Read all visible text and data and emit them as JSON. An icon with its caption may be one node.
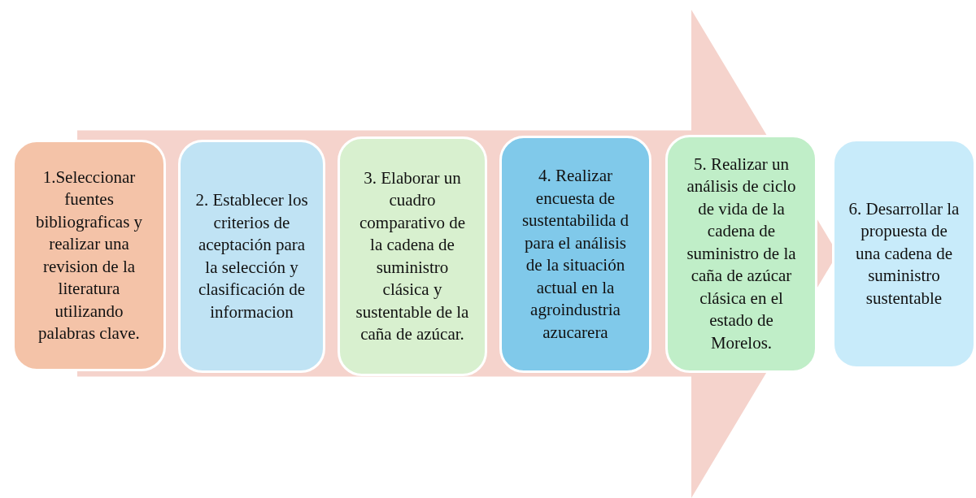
{
  "diagram": {
    "nodes": [
      {
        "text": [
          "1.Seleccionar fuentes bibliograficas y realizar una revision de la literatura utilizando palabras clave."
        ]
      },
      {
        "text": [
          "2. Establecer los criterios de aceptación para la selección y clasificación de informacion"
        ]
      },
      {
        "text": [
          "3. Elaborar un cuadro comparativo de la cadena de suministro clásica y sustentable de la caña de azúcar."
        ]
      },
      {
        "text": [
          "4. Realizar encuesta de sustentabilida d para el análisis de la situación actual en la agroindustria azucarera"
        ]
      },
      {
        "text": [
          "5. Realizar un análisis de ciclo de vida de la cadena de suministro de la caña de azúcar clásica en el estado de Morelos."
        ]
      },
      {
        "text": [
          "6. Desarrollar la propuesta de una cadena de suministro sustentable"
        ]
      }
    ],
    "edges": [
      {
        "from": 0,
        "to": 5,
        "arrow": "to"
      }
    ]
  }
}
